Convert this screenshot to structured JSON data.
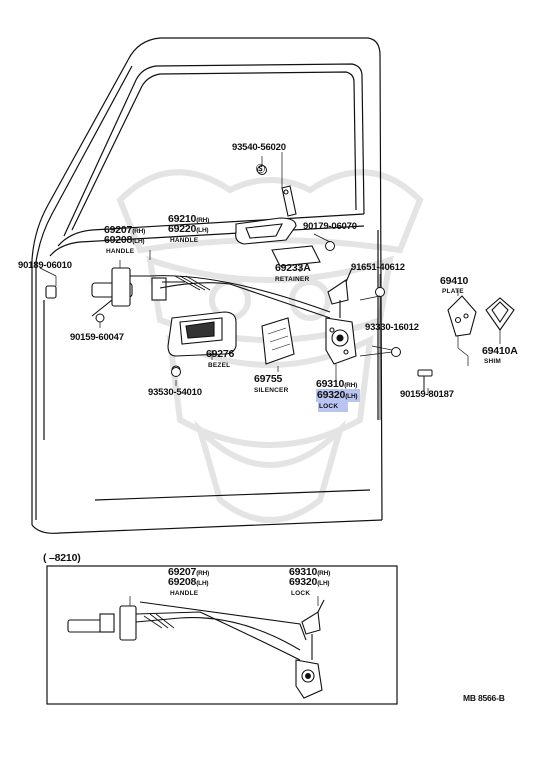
{
  "parts": {
    "p93540": "93540-56020",
    "p69210": "69210",
    "p69210_side": "(RH)",
    "p69220": "69220",
    "p69220_side": "(LH)",
    "p69210_name": "HANDLE",
    "p90179": "90179-06070",
    "p69207": "69207",
    "p69207_side": "(RH)",
    "p69208": "69208",
    "p69208_side": "(LH)",
    "p69207_name": "HANDLE",
    "p90189": "90189-06010",
    "p69233A": "69233A",
    "p69233A_name": "RETAINER",
    "p91651": "91651-40612",
    "p69410": "69410",
    "p69410_name": "PLATE",
    "p90159a": "90159-60047",
    "p69276": "69276",
    "p69276_name": "BEZEL",
    "p93330": "93330-16012",
    "p69410A": "69410A",
    "p69410A_name": "SHIM",
    "p69755": "69755",
    "p69755_name": "SILENCER",
    "p69310": "69310",
    "p69310_side": "(RH)",
    "p69320": "69320",
    "p69320_side": "(LH)",
    "p69310_name": "LOCK",
    "p93530": "93530-54010",
    "p90159b": "90159-80187"
  },
  "inset": {
    "date_range": "(      –8210)",
    "p69207": "69207",
    "p69207_side": "(RH)",
    "p69208": "69208",
    "p69208_side": "(LH)",
    "handle_name": "HANDLE",
    "p69310": "69310",
    "p69310_side": "(RH)",
    "p69320": "69320",
    "p69320_side": "(LH)",
    "lock_name": "LOCK"
  },
  "footer": {
    "code": "MB  8566-B"
  },
  "colors": {
    "ink": "#111111",
    "highlight": "#b9c4f0",
    "watermark": "#e6e6e6"
  }
}
